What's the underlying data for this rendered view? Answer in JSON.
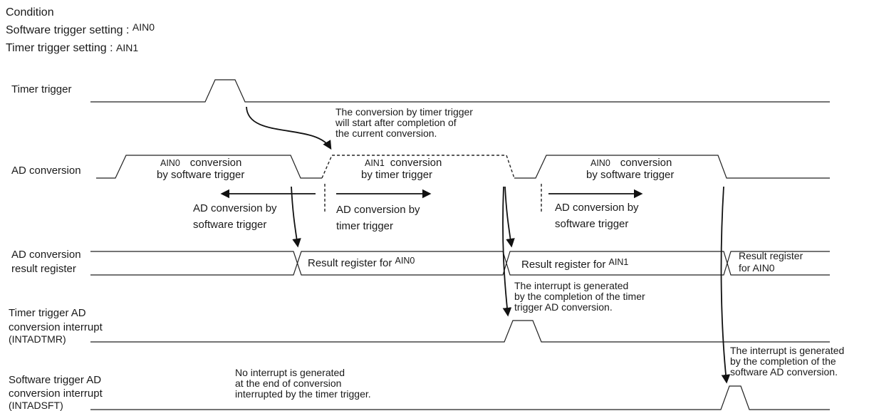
{
  "condition": {
    "title": "Condition",
    "software_label": "Software trigger setting : ",
    "software_value": "AIN0",
    "timer_label": "Timer trigger setting : ",
    "timer_value": "AIN1"
  },
  "signals": {
    "timer_trigger": "Timer trigger",
    "ad_conversion": "AD conversion",
    "result_register_line1": "AD conversion",
    "result_register_line2": "result register",
    "intadtmr_line1": "Timer trigger AD",
    "intadtmr_line2": "conversion interrupt",
    "intadtmr_line3": "(INTADTMR)",
    "intadsft_line1": "Software trigger AD",
    "intadsft_line2": "conversion interrupt",
    "intadsft_line3": "(INTADSFT)"
  },
  "conversions": [
    {
      "channel": "AIN0",
      "suffix": "conversion",
      "line2": "by software trigger"
    },
    {
      "channel": "AIN1",
      "suffix": "conversion",
      "line2": "by timer trigger"
    },
    {
      "channel": "AIN0",
      "suffix": "conversion",
      "line2": "by software trigger"
    }
  ],
  "period_labels": [
    {
      "line1": "AD conversion by",
      "line2": "software trigger"
    },
    {
      "line1": "AD conversion by",
      "line2": "timer trigger"
    },
    {
      "line1": "AD conversion by",
      "line2": "software trigger"
    }
  ],
  "result_registers": [
    {
      "prefix": "Result register for ",
      "channel": "AIN0"
    },
    {
      "prefix": "Result register for ",
      "channel": "AIN1"
    },
    {
      "line1": "Result register",
      "prefix": "for ",
      "channel": "AIN0"
    }
  ],
  "notes": {
    "timer_start": [
      "The conversion by timer trigger",
      "will start after completion of",
      "the current conversion."
    ],
    "timer_interrupt": [
      "The interrupt is generated",
      "by the completion of the timer",
      "trigger AD conversion."
    ],
    "software_interrupt": [
      "The interrupt is generated",
      "by the completion of the",
      "software AD conversion."
    ],
    "no_interrupt": [
      "No interrupt is generated",
      "at the end of conversion",
      "interrupted by the timer trigger."
    ]
  }
}
